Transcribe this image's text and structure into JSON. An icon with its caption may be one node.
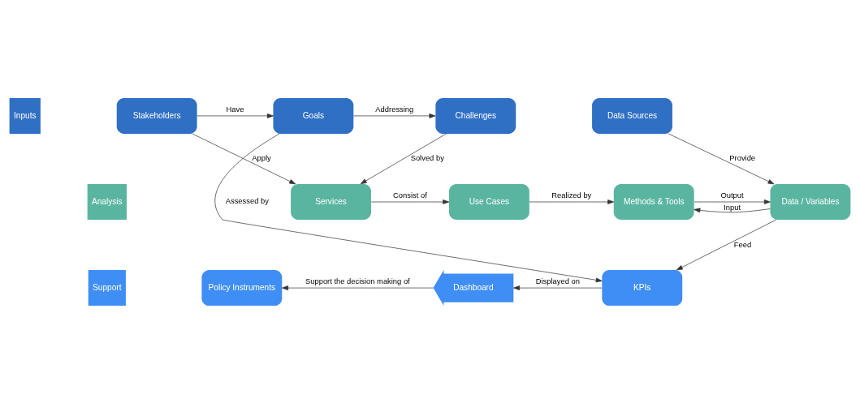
{
  "diagram": {
    "nodes": [
      {
        "text": [
          "Inputs"
        ]
      },
      {
        "text": [
          "Analysis"
        ]
      },
      {
        "text": [
          "Support"
        ]
      },
      {
        "text": [
          "Stakeholders"
        ]
      },
      {
        "text": [
          "Goals"
        ]
      },
      {
        "text": [
          "Challenges"
        ]
      },
      {
        "text": [
          "Data Sources"
        ]
      },
      {
        "text": [
          "Services"
        ]
      },
      {
        "text": [
          "Use Cases"
        ]
      },
      {
        "text": [
          "Methods & Tools"
        ]
      },
      {
        "text": [
          "Data / Variables"
        ]
      },
      {
        "text": [
          "Policy Instruments"
        ]
      },
      {
        "text": [
          "Dashboard"
        ]
      },
      {
        "text": [
          "KPIs"
        ]
      }
    ],
    "edges": [
      {
        "from": 3,
        "to": 4,
        "arrow": "to",
        "label": "Have"
      },
      {
        "from": 4,
        "to": 5,
        "arrow": "to",
        "label": "Addressing"
      },
      {
        "from": 4,
        "to": 13,
        "arrow": "to",
        "label": "Assessed by"
      },
      {
        "from": 3,
        "to": 7,
        "arrow": "to",
        "label": "Apply"
      },
      {
        "from": 5,
        "to": 7,
        "arrow": "to",
        "label": "Solved by"
      },
      {
        "from": 6,
        "to": 10,
        "arrow": "to",
        "label": "Provide"
      },
      {
        "from": 7,
        "to": 8,
        "arrow": "to",
        "label": "Consist of"
      },
      {
        "from": 8,
        "to": 9,
        "arrow": "to",
        "label": "Realized by"
      },
      {
        "from": 10,
        "to": 9,
        "arrow": "to",
        "label": "Input"
      },
      {
        "from": 9,
        "to": 10,
        "arrow": "to",
        "label": "Output"
      },
      {
        "from": 10,
        "to": 13,
        "arrow": "to",
        "label": "Feed"
      },
      {
        "from": 13,
        "to": 12,
        "arrow": "to",
        "label": "Displayed on"
      },
      {
        "from": 12,
        "to": 11,
        "arrow": "to",
        "label": "Support the decision making of"
      }
    ]
  }
}
